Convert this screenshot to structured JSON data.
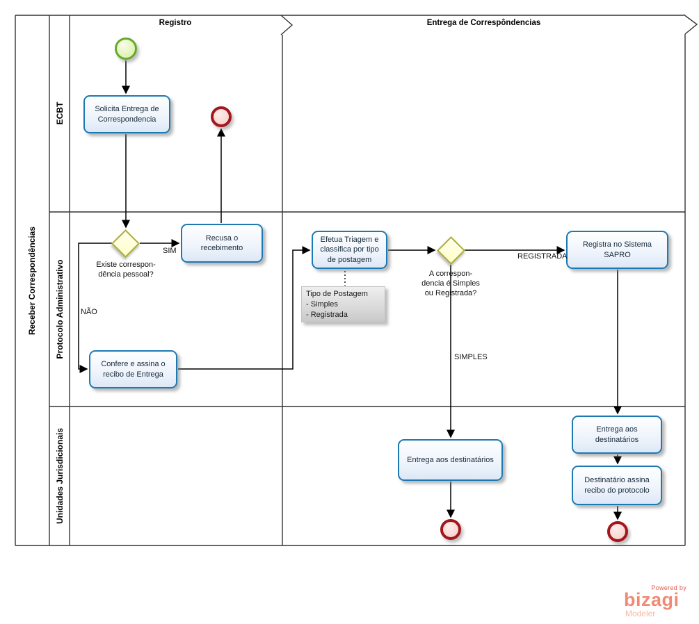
{
  "pool": {
    "label": "Receber Correspondências"
  },
  "lanes": [
    {
      "label": "ECBT"
    },
    {
      "label": "Protocolo Administrativo"
    },
    {
      "label": "Unidades Jurisdicionais"
    }
  ],
  "phases": [
    {
      "label": "Registro"
    },
    {
      "label": "Entrega de Correspôndencias"
    }
  ],
  "nodes": {
    "solicita": [
      "Solicita Entrega de",
      "Correspondencia"
    ],
    "recusa": [
      "Recusa o",
      "recebimento"
    ],
    "confere": [
      "Confere e assina o",
      "recibo de Entrega"
    ],
    "efetua": [
      "Efetua Triagem e",
      "classifica por tipo",
      "de postagem"
    ],
    "registra": [
      "Registra no Sistema SAPRO"
    ],
    "entrega_simples": [
      "Entrega aos destinatários"
    ],
    "entrega_registrada": [
      "Entrega aos",
      "destinatários"
    ],
    "destinatario_assina": [
      "Destinatário assina",
      "recibo do protocolo"
    ]
  },
  "gateways": {
    "existe_pessoal": [
      "Existe correspon-",
      "dência pessoal?"
    ],
    "tipo_postagem": [
      "A correspon-",
      "dencia é Simples",
      "ou Registrada?"
    ]
  },
  "annotation": [
    "Tipo de Postagem",
    "- Simples",
    "- Registrada"
  ],
  "flow_labels": {
    "sim": "SIM",
    "nao": "NÃO",
    "registrada": "REGISTRADA",
    "simples": "SIMPLES"
  },
  "branding": {
    "powered_by": "Powered by",
    "name": "bizagi",
    "product": "Modeler"
  },
  "colors": {
    "task_border": "#1c79b3",
    "task_fill": "#e8f0fa",
    "start_event": "#69a82c",
    "end_event": "#a3171c",
    "gateway_border": "#adad3c",
    "gateway_fill": "#ffffc9",
    "annotation_fill": "#d9d9d9",
    "brand": "#f08a75"
  }
}
